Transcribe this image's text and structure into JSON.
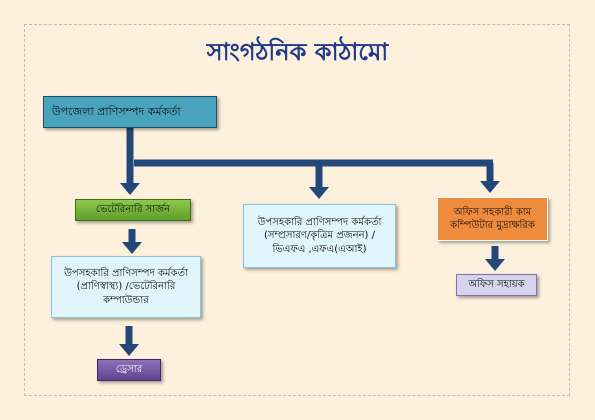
{
  "title": "সাংগঠনিক কাঠামো",
  "nodes": {
    "top": "উপজেলা প্রাণিসম্পদ কর্মকর্তা",
    "veterinary_surgeon": "ভেটেরিনারি সার্জন",
    "assistant_left": "উপসহকারি প্রাণিসম্পদ কর্মকর্তা (প্রাণিস্বাস্থ্য) /ভেটেরিনারি কম্পাউন্ডার",
    "dresser": "ড্রেসার",
    "assistant_middle": "উপসহকারি প্রাণিসম্পদ কর্মকর্তা (সম্প্রসারণ/কৃত্রিম প্রজনন) / ভিএফএ ,এফএ(এআই)",
    "office_assistant_typist": "অফিস সহকারী কাম কম্পিউটার মুদ্রাক্ষরিক",
    "office_helper": "অফিস সহায়ক"
  },
  "colors": {
    "background": "#fdf0dc",
    "title": "#1f3a8a",
    "connector": "#24477a"
  }
}
